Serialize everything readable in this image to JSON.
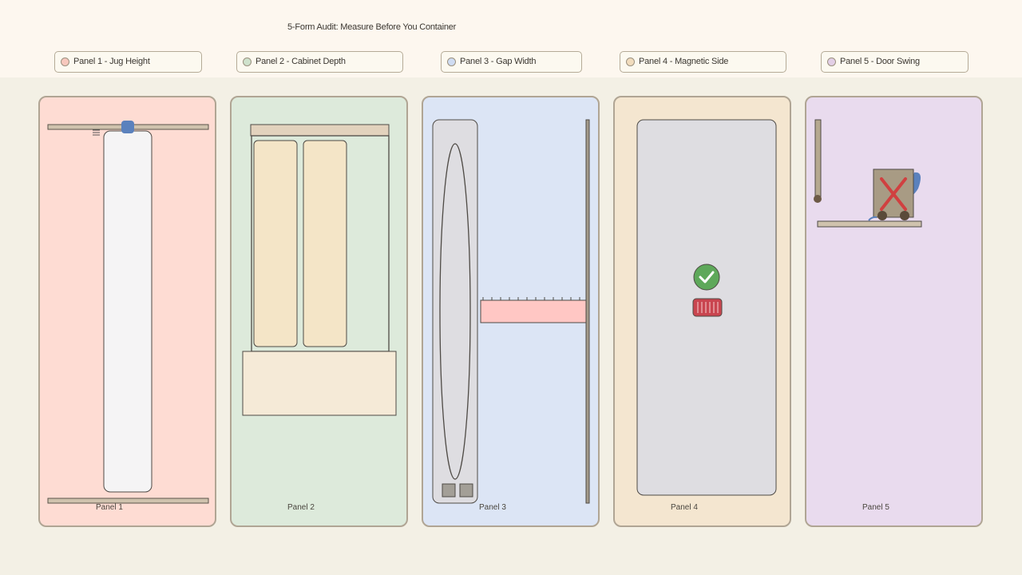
{
  "title": "5-Form Audit: Measure Before You Container",
  "chips": [
    {
      "label": "Panel 1 - Jug Height",
      "color": "#f7c8bd"
    },
    {
      "label": "Panel 2 - Cabinet Depth",
      "color": "#cfe2cc"
    },
    {
      "label": "Panel 3 - Gap Width",
      "color": "#cfdcf2"
    },
    {
      "label": "Panel 4 - Magnetic Side",
      "color": "#f1dcbd"
    },
    {
      "label": "Panel 5 - Door Swing",
      "color": "#e2cfe6"
    }
  ],
  "panels": [
    {
      "label": "Panel 1",
      "bg": "#fedcd3"
    },
    {
      "label": "Panel 2",
      "bg": "#ddeadb"
    },
    {
      "label": "Panel 3",
      "bg": "#dce5f5"
    },
    {
      "label": "Panel 4",
      "bg": "#f4e6d0"
    },
    {
      "label": "Panel 5",
      "bg": "#e9dbee"
    }
  ],
  "colors": {
    "check": "#5ea85a",
    "cross": "#d04040",
    "magnet": "#c9454f",
    "strip": "#ffc7c4",
    "knob": "#5b81bd"
  }
}
